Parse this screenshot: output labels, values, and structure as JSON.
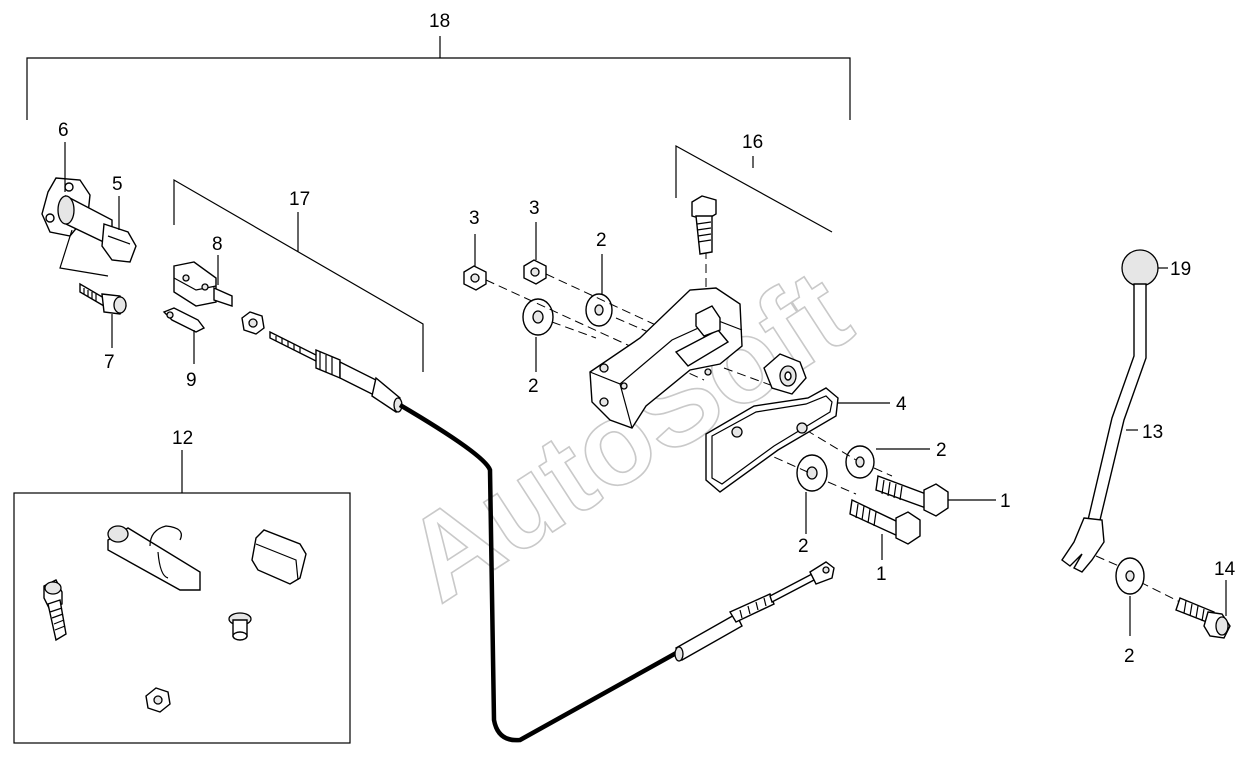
{
  "watermark": "AutoSoft",
  "labels": {
    "c18": "18",
    "c16": "16",
    "c17": "17",
    "c12": "12",
    "c6": "6",
    "c5": "5",
    "c7": "7",
    "c8": "8",
    "c9": "9",
    "c3a": "3",
    "c3b": "3",
    "c2a": "2",
    "c2b": "2",
    "c2c": "2",
    "c2d": "2",
    "c2e": "2",
    "c4": "4",
    "c1a": "1",
    "c1b": "1",
    "c19": "19",
    "c13": "13",
    "c14": "14"
  }
}
